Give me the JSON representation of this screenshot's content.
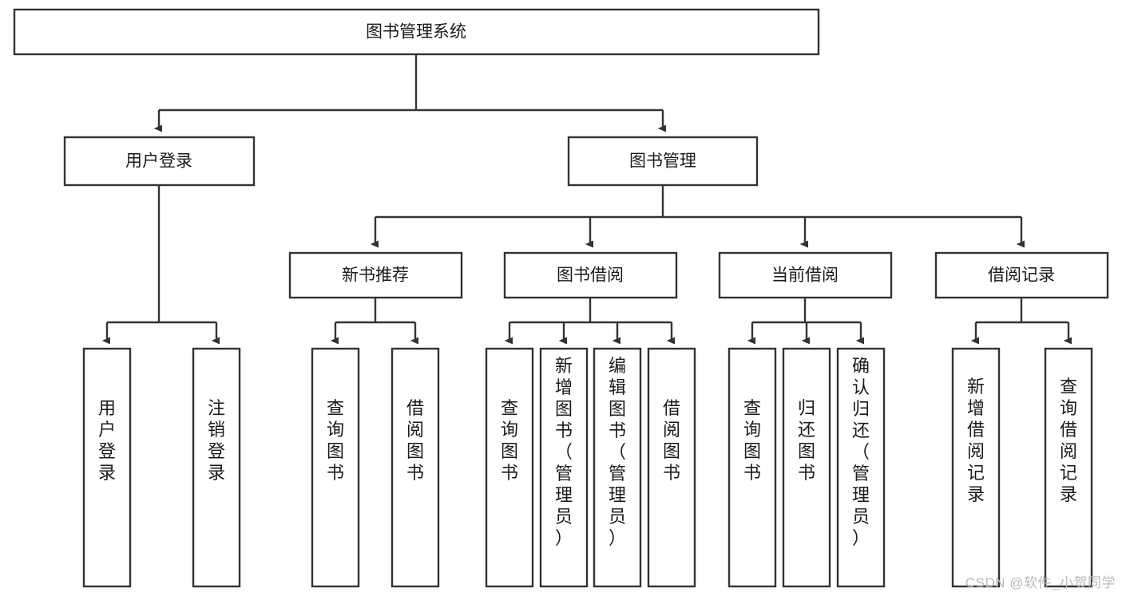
{
  "diagram": {
    "type": "tree",
    "title": "图书管理系统",
    "orientation": "top-down",
    "levels": 4,
    "root": {
      "id": "root",
      "label": "图书管理系统",
      "text_orientation": "horizontal"
    },
    "level1": [
      {
        "id": "user-login",
        "label": "用户登录",
        "text_orientation": "horizontal"
      },
      {
        "id": "book-management",
        "label": "图书管理",
        "text_orientation": "horizontal"
      }
    ],
    "level2": [
      {
        "id": "new-book-recommend",
        "label": "新书推荐",
        "parent": "book-management",
        "text_orientation": "horizontal"
      },
      {
        "id": "book-borrow",
        "label": "图书借阅",
        "parent": "book-management",
        "text_orientation": "horizontal"
      },
      {
        "id": "current-borrow",
        "label": "当前借阅",
        "parent": "book-management",
        "text_orientation": "horizontal"
      },
      {
        "id": "borrow-record",
        "label": "借阅记录",
        "parent": "book-management",
        "text_orientation": "horizontal"
      }
    ],
    "leaves": [
      {
        "id": "leaf-user-login",
        "label": "用户登录",
        "parent": "user-login",
        "text_orientation": "vertical"
      },
      {
        "id": "leaf-logout-login",
        "label": "注销登录",
        "parent": "user-login",
        "text_orientation": "vertical"
      },
      {
        "id": "leaf-query-book-1",
        "label": "查询图书",
        "parent": "new-book-recommend",
        "text_orientation": "vertical"
      },
      {
        "id": "leaf-borrow-book-1",
        "label": "借阅图书",
        "parent": "new-book-recommend",
        "text_orientation": "vertical"
      },
      {
        "id": "leaf-query-book-2",
        "label": "查询图书",
        "parent": "book-borrow",
        "text_orientation": "vertical"
      },
      {
        "id": "leaf-add-book",
        "label": "新增图书（管理员）",
        "parent": "book-borrow",
        "text_orientation": "vertical"
      },
      {
        "id": "leaf-edit-book",
        "label": "编辑图书（管理员）",
        "parent": "book-borrow",
        "text_orientation": "vertical"
      },
      {
        "id": "leaf-borrow-book-2",
        "label": "借阅图书",
        "parent": "book-borrow",
        "text_orientation": "vertical"
      },
      {
        "id": "leaf-query-book-3",
        "label": "查询图书",
        "parent": "current-borrow",
        "text_orientation": "vertical"
      },
      {
        "id": "leaf-return-book",
        "label": "归还图书",
        "parent": "current-borrow",
        "text_orientation": "vertical"
      },
      {
        "id": "leaf-confirm-return",
        "label": "确认归还（管理员）",
        "parent": "current-borrow",
        "text_orientation": "vertical"
      },
      {
        "id": "leaf-add-record",
        "label": "新增借阅记录",
        "parent": "borrow-record",
        "text_orientation": "vertical"
      },
      {
        "id": "leaf-query-record",
        "label": "查询借阅记录",
        "parent": "borrow-record",
        "text_orientation": "vertical"
      }
    ]
  },
  "watermark": {
    "text": "CSDN @软件_小贺同学"
  },
  "colors": {
    "stroke": "#333333",
    "fill": "#ffffff",
    "text": "#1a1a1a",
    "watermark": "#b9b9b9",
    "background": "#ffffff"
  }
}
